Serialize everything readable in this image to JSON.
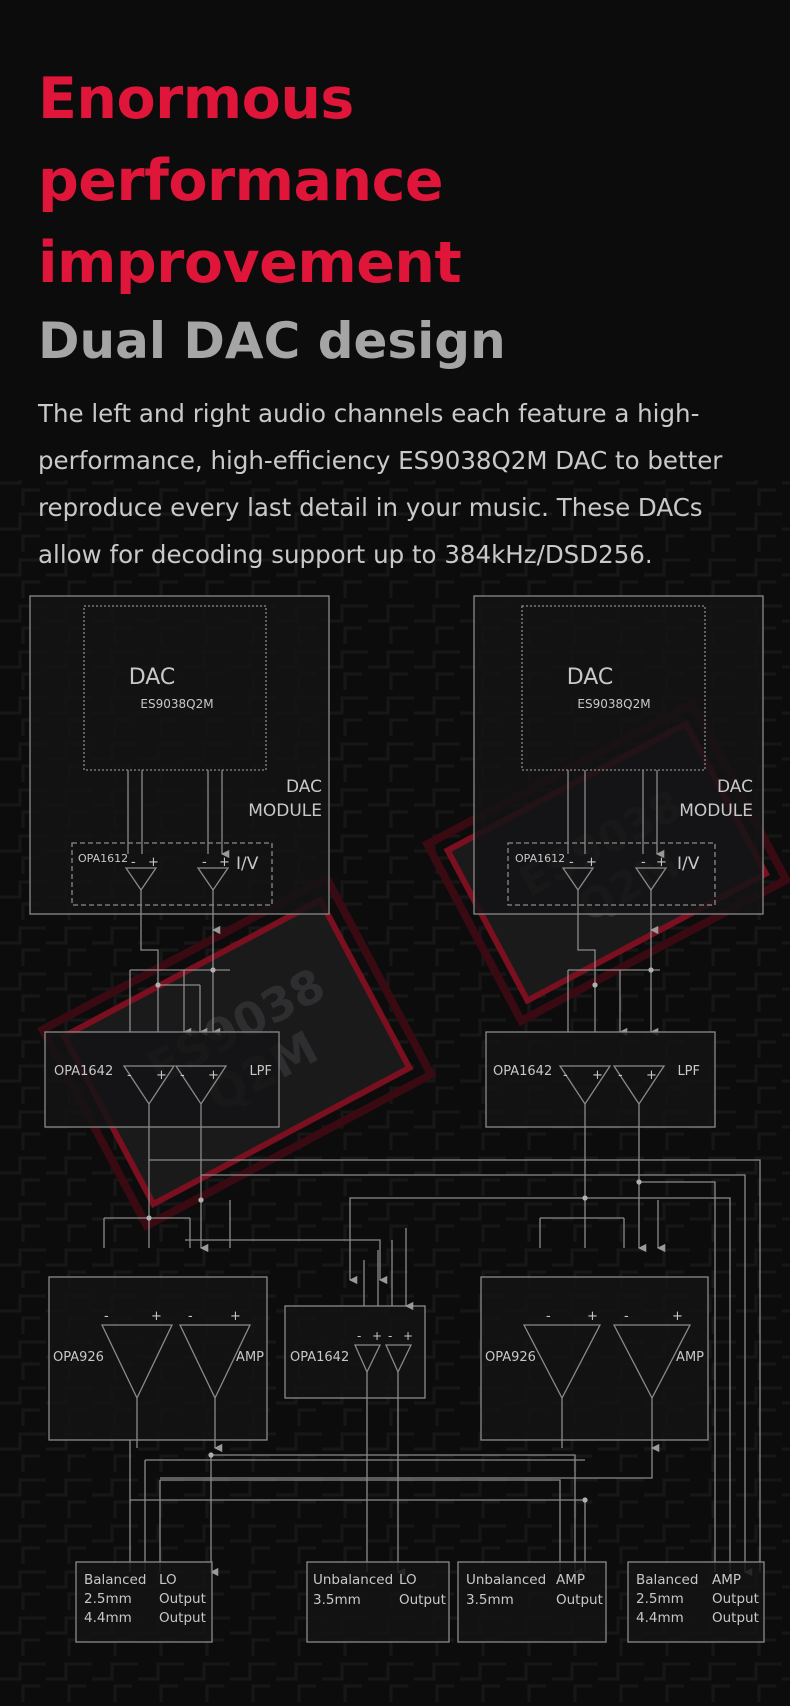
{
  "header": {
    "title_line1": "Enormous performance",
    "title_line2": "improvement",
    "subtitle": "Dual DAC design",
    "description": "The left and right audio channels each feature a high-performance, high-efficiency ES9038Q2M DAC to better reproduce every last detail in your music. These DACs allow for decoding support up to 384kHz/DSD256."
  },
  "watermark": {
    "line1": "ES9038",
    "line2": "Q2M"
  },
  "diagram": {
    "dac_module": {
      "chip_label": "DAC",
      "chip_model": "ES9038Q2M",
      "module_line1": "DAC",
      "module_line2": "MODULE",
      "iv_opamp": "OPA1612",
      "iv_label": "I/V"
    },
    "lpf": {
      "opamp": "OPA1642",
      "label": "LPF"
    },
    "amp": {
      "opamp": "OPA926",
      "label": "AMP"
    },
    "lo_buffer": {
      "opamp": "OPA1642"
    },
    "minus": "-",
    "plus": "+",
    "outputs": {
      "balanced_lo": {
        "l1": "Balanced",
        "l2": "2.5mm",
        "l3": "4.4mm",
        "r1": "LO",
        "r2": "Output",
        "r3": "Output"
      },
      "unbalanced_lo": {
        "l1": "Unbalanced",
        "l2": "3.5mm",
        "r1": "LO",
        "r2": "Output"
      },
      "unbalanced_amp": {
        "l1": "Unbalanced",
        "l2": "3.5mm",
        "r1": "AMP",
        "r2": "Output"
      },
      "balanced_amp": {
        "l1": "Balanced",
        "l2": "2.5mm",
        "l3": "4.4mm",
        "r1": "AMP",
        "r2": "Output",
        "r3": "Output"
      }
    }
  }
}
